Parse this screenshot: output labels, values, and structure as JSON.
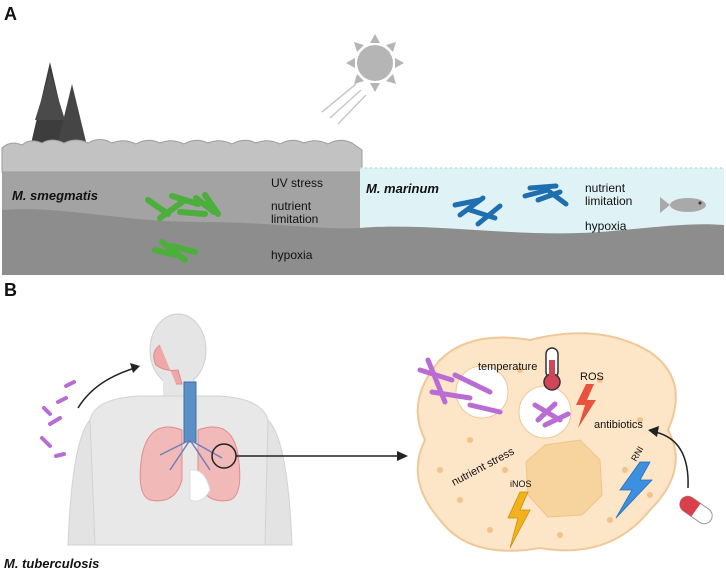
{
  "panel_a": {
    "label": "A",
    "soil_organism": "M. smegmatis",
    "water_organism": "M. marinum",
    "soil_stresses": [
      "UV stress",
      "nutrient",
      "limitation",
      "hypoxia"
    ],
    "water_stresses": [
      "nutrient",
      "limitation",
      "hypoxia"
    ]
  },
  "panel_b": {
    "label": "B",
    "host_organism": "M. tuberculosis",
    "macrophage_stresses": {
      "temperature": "temperature",
      "ros": "ROS",
      "antibiotics": "antibiotics",
      "nutrient_stress": "nutrient stress",
      "inos": "iNOS",
      "rni": "RNI"
    }
  },
  "colors": {
    "soil": "#9a9a9a",
    "soil_dark": "#7c7c7c",
    "water": "#dff3f7",
    "smegmatis": "#4caf3c",
    "marinum": "#1f6fb0",
    "tuberculosis": "#b86cd4",
    "macrophage": "#fde5c8",
    "lightning_red": "#e8533d",
    "lightning_yellow": "#f2b21b",
    "lightning_blue": "#3d8fe0"
  }
}
